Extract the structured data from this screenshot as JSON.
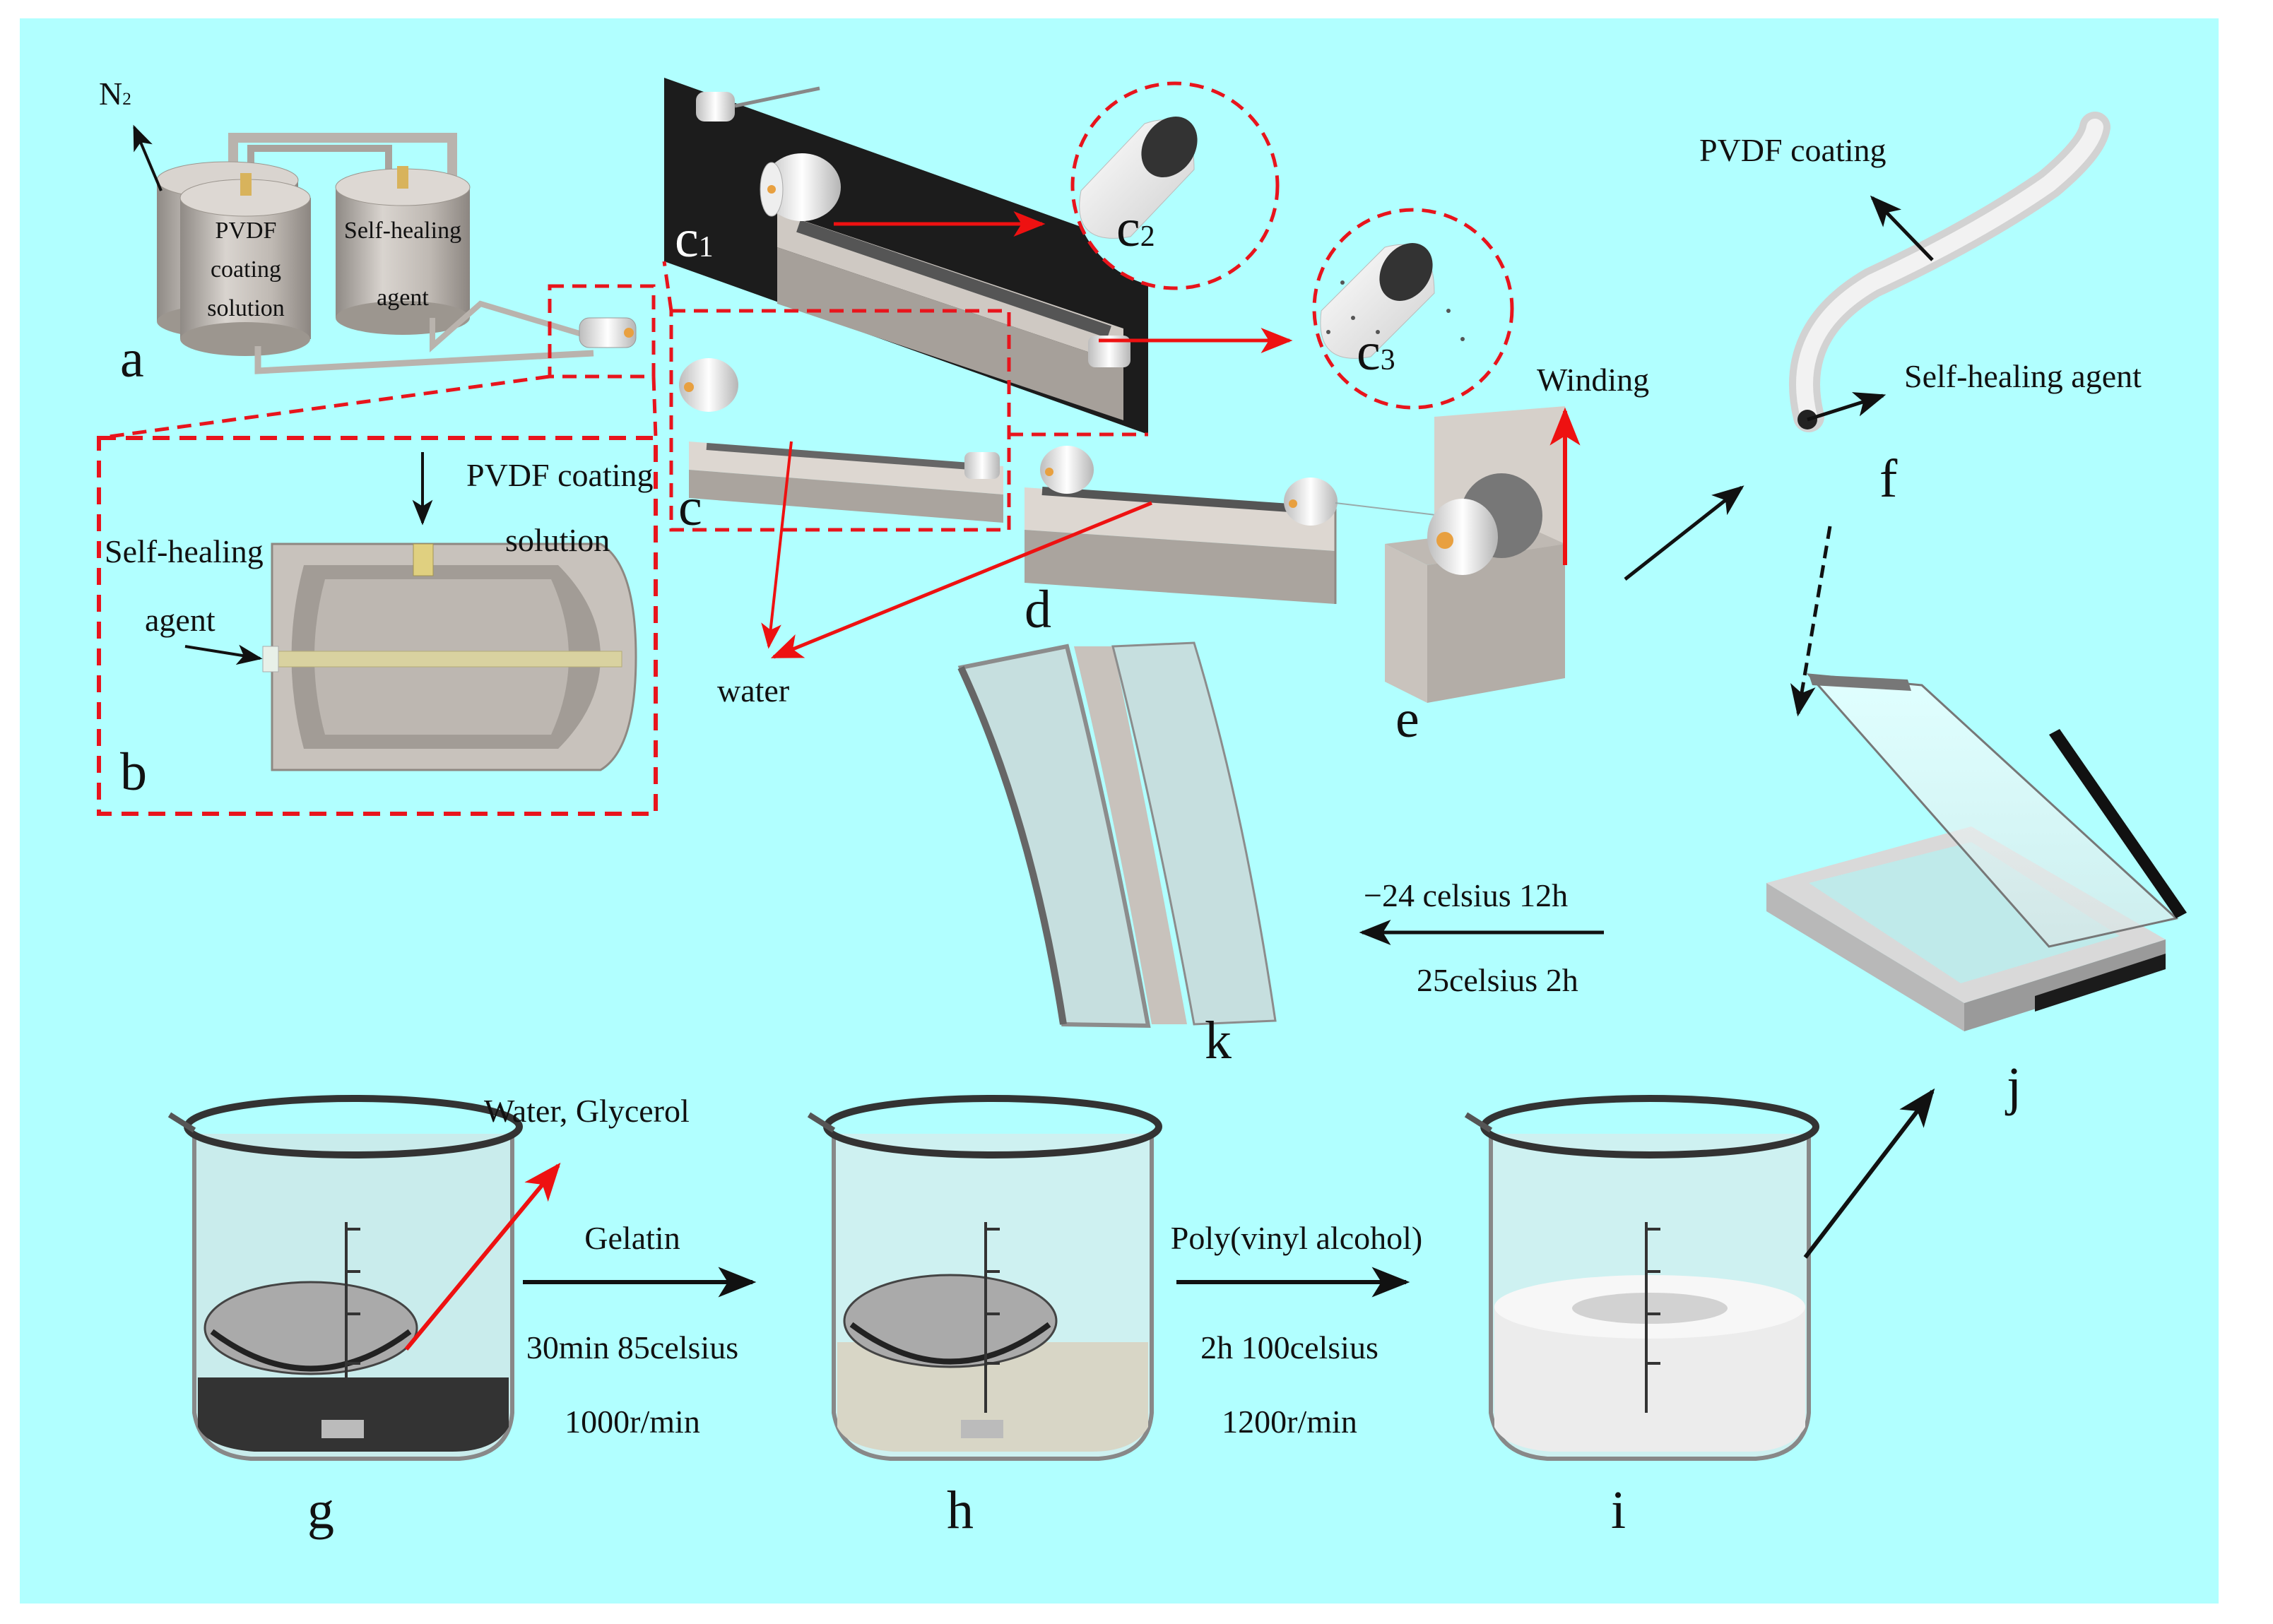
{
  "labels": {
    "a": "a",
    "b": "b",
    "c": "c",
    "c1": "c",
    "c1_sub": "1",
    "c2": "c",
    "c2_sub": "2",
    "c3": "c",
    "c3_sub": "3",
    "d": "d",
    "e": "e",
    "f": "f",
    "g": "g",
    "h": "h",
    "i": "i",
    "j": "j",
    "k": "k"
  },
  "annotations": {
    "n2": "N",
    "n2_sub": "2",
    "tank_pvdf_1": "PVDF",
    "tank_pvdf_2": "coating",
    "tank_pvdf_3": "solution",
    "tank_heal_1": "Self-healing",
    "tank_heal_2": "agent",
    "b_pvdf": "PVDF coating",
    "b_solution": "solution",
    "b_self_healing": "Self-healing",
    "b_agent": "agent",
    "water": "water",
    "winding": "Winding",
    "f_pvdf_coating": "PVDF coating",
    "f_self_healing_agent": "Self-healing agent",
    "jk_temp1": "−24 celsius  12h",
    "jk_temp2": "25celsius 2h",
    "g_water_glycerol": "Water, Glycerol",
    "gh_gelatin": "Gelatin",
    "gh_cond1": "30min 85celsius",
    "gh_cond2": "1000r/min",
    "hi_pva": "Poly(vinyl alcohol)",
    "hi_cond1": "2h 100celsius",
    "hi_cond2": "1200r/min"
  },
  "colors": {
    "background": "#b1ffff",
    "dashed_red": "#e8141c",
    "arrow_red": "#ee1111",
    "arrow_black": "#111111",
    "steel": "#c9c3bd",
    "steel_dark": "#8f8a85",
    "dark_panel": "#1c1c1c",
    "glass": "#cfeaea"
  }
}
